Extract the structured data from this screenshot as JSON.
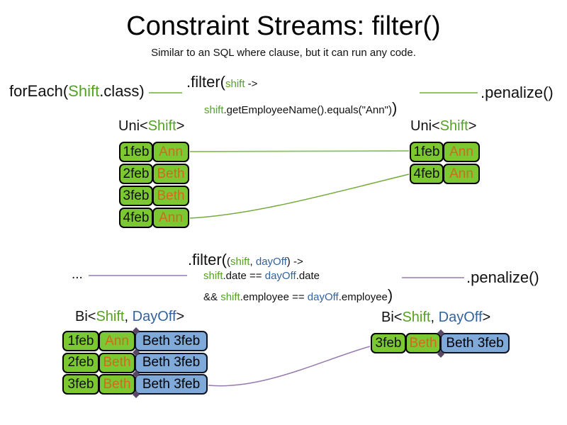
{
  "title": "Constraint Streams: filter()",
  "subtitle": "Similar to an SQL where clause, but it can run any code.",
  "colors": {
    "green_fill": "#7cc833",
    "green_text": "#55a125",
    "blue_fill": "#7ea9d8",
    "blue_text": "#33639f",
    "orange_text": "#d2691e",
    "green_line": "#74ab38",
    "purple_line": "#967bae",
    "diamond": "#5a4766"
  },
  "flow_top": {
    "foreach_pre": "forEach(",
    "foreach_class": "Shift",
    "foreach_post": ".class)",
    "filter_call": ".filter(",
    "filter_param": "shift",
    "filter_arrow": " ->",
    "lambda_var": "shift",
    "lambda_body": ".getEmployeeName().equals(\"Ann\")",
    "lambda_close": ")",
    "penalize": ".penalize()"
  },
  "uni_label": {
    "pre": "Uni<",
    "type": "Shift",
    "post": ">"
  },
  "uni_left_rows": [
    {
      "date": "1feb",
      "name": "Ann"
    },
    {
      "date": "2feb",
      "name": "Beth"
    },
    {
      "date": "3feb",
      "name": "Beth"
    },
    {
      "date": "4feb",
      "name": "Ann"
    }
  ],
  "uni_right_rows": [
    {
      "date": "1feb",
      "name": "Ann"
    },
    {
      "date": "4feb",
      "name": "Ann"
    }
  ],
  "flow_mid": {
    "ellipsis": "...",
    "filter_call": ".filter(",
    "params_open": "(",
    "param1": "shift",
    "params_comma": ", ",
    "param2": "dayOff",
    "params_close": ")",
    "arrow": " ->",
    "cond1_var1": "shift",
    "cond1_mid": ".date == ",
    "cond1_var2": "dayOff",
    "cond1_end": ".date",
    "cond2_amp": "&& ",
    "cond2_var1": "shift",
    "cond2_mid": ".employee == ",
    "cond2_var2": "dayOff",
    "cond2_end": ".employee",
    "cond2_close": ")",
    "penalize": ".penalize()"
  },
  "bi_label": {
    "pre": "Bi<",
    "type1": "Shift",
    "comma": ", ",
    "type2": "DayOff",
    "post": ">"
  },
  "bi_left_rows": [
    {
      "date": "1feb",
      "name": "Ann",
      "dayoff": "Beth 3feb"
    },
    {
      "date": "2feb",
      "name": "Beth",
      "dayoff": "Beth 3feb"
    },
    {
      "date": "3feb",
      "name": "Beth",
      "dayoff": "Beth 3feb"
    }
  ],
  "bi_right_rows": [
    {
      "date": "3feb",
      "name": "Beth",
      "dayoff": "Beth 3feb"
    }
  ]
}
